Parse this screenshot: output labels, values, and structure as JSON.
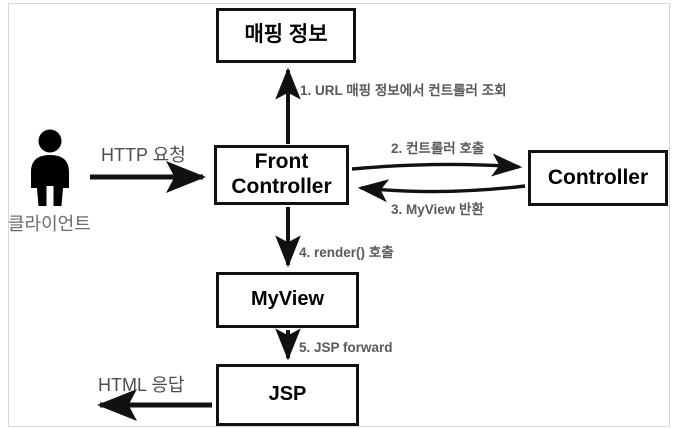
{
  "diagram": {
    "title": "Front Controller pattern request flow",
    "nodes": {
      "mapping_info": "매핑 정보",
      "front_controller_line1": "Front",
      "front_controller_line2": "Controller",
      "controller": "Controller",
      "myview": "MyView",
      "jsp": "JSP",
      "client": "클라이언트"
    },
    "edges": {
      "http_request": "HTTP 요청",
      "step1": "1. URL 매핑 정보에서 컨트롤러 조회",
      "step2": "2. 컨트롤러 호출",
      "step3": "3. MyView 반환",
      "step4": "4. render() 호출",
      "step5": "5. JSP forward",
      "html_response": "HTML 응답"
    },
    "icons": {
      "client_person": "person-icon"
    },
    "colors": {
      "stroke": "#111111",
      "box_border": "#111111",
      "step_label_text": "#58595b",
      "plain_label_text": "#4d4d4f",
      "frame_border": "#d8d8d8",
      "background": "#ffffff"
    }
  }
}
